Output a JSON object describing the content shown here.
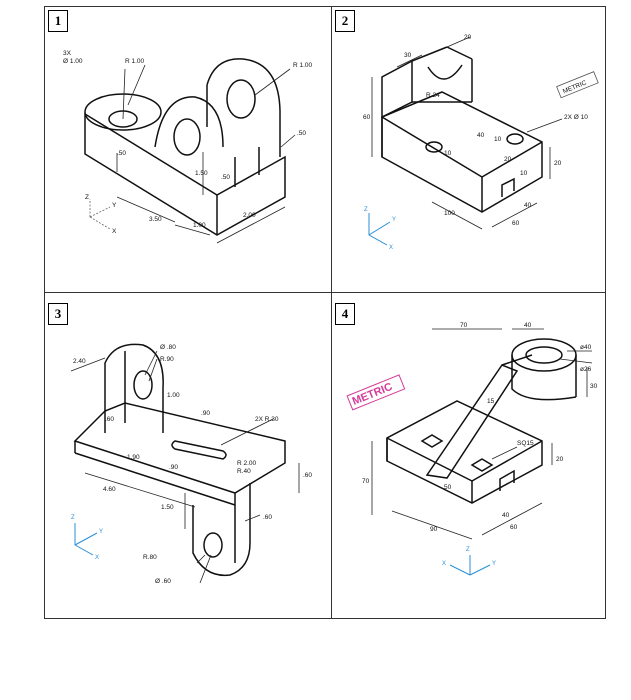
{
  "panels": [
    {
      "number": "1",
      "labels": {
        "holes": "3X",
        "dia": "Ø 1.00",
        "r_left": "R 1.00",
        "r_right": "R 1.00",
        "d_50a": ".50",
        "d_50b": ".50",
        "d_50c": ".50",
        "d_150": "1.50",
        "d_350": "3.50",
        "d_100": "1.00",
        "d_200": "2.00"
      },
      "axes": {
        "z": "Z",
        "y": "Y",
        "x": "X"
      }
    },
    {
      "number": "2",
      "labels": {
        "d_20top": "20",
        "d_30": "30",
        "r24": "R 24",
        "d_60": "60",
        "holes": "2X Ø 10",
        "d_40": "40",
        "d_10a": "10",
        "d_10b": "10",
        "d_20a": "20",
        "d_10c": "10",
        "d_20b": "20",
        "d_40b": "40",
        "d_100": "100",
        "d_60b": "60",
        "metric": "METRIC"
      },
      "axes": {
        "z": "Z",
        "y": "Y",
        "x": "X"
      }
    },
    {
      "number": "3",
      "labels": {
        "dia80": "Ø .80",
        "r90": "R.90",
        "d_240": "2.40",
        "d_100": "1.00",
        "d_60": ".60",
        "d_90a": ".90",
        "slot": "2X R.30",
        "d_190": "1.90",
        "d_90b": ".90",
        "r200": "R 2.00",
        "r40": "R.40",
        "d_60b": ".60",
        "d_460": "4.60",
        "d_150": "1.50",
        "d_60c": ".60",
        "r80": "R.80",
        "dia60": "Ø .60"
      },
      "axes": {
        "z": "Z",
        "y": "Y",
        "x": "X"
      }
    },
    {
      "number": "4",
      "labels": {
        "d_70a": "70",
        "d_40": "40",
        "dia40": "ø40",
        "dia26": "ø26",
        "d_30": "30",
        "d_15": "15",
        "sq": "SQ15",
        "d_20": "20",
        "d_70b": "70",
        "d_90": "90",
        "d_40b": "40",
        "d_60": "60",
        "d_50": "50",
        "metric": "METRIC"
      },
      "axes": {
        "z": "Z",
        "y": "Y",
        "x": "X"
      }
    }
  ]
}
